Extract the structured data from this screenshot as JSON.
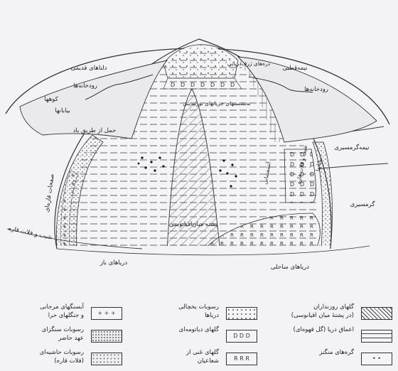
{
  "labels": {
    "ancient_deltas": "دلتاهای قدیمی",
    "rivers_left": "رودخانه‌ها",
    "mountains": "کوهها",
    "deserts": "بیابانها",
    "wind_transport": "حمل از طریق باد",
    "continental_platform": "صفحات قاره‌ای",
    "shelf_slope_left": "شیب و فلات قاره",
    "open_seas": "دریاهای باز",
    "mid_ocean_ridge": "پشته میان‌اقیانوسی",
    "turbidity_deposits": "تەنشستهای جریانهای توربیدیتی",
    "deep_trenches": "درەهای ژرف‌دریایی",
    "subpolar": "نیمەقطبی",
    "rivers_right": "رودخانه‌ها",
    "subtropical": "نیمه‌گرمسیری",
    "tropical": "گرمسیری",
    "deserts_right": "بیابانها",
    "shelf_slope_right": "شیب و فلات قاره",
    "volcanic_arc": "آتشفشانی",
    "coastal_seas": "دریاهای ساحلی"
  },
  "legend": [
    {
      "id": "radiolarian",
      "text": "گلهای روزنداران\n(در پشتهٔ میان اقیانوسی)",
      "pattern": "hatch"
    },
    {
      "id": "glacial",
      "text": "رسوبات یخچالی\nدریاها",
      "pattern": "dotted"
    },
    {
      "id": "coral",
      "text": "آبسنگهای مرجانی\nو جنگلهای حرا",
      "pattern": "plus"
    },
    {
      "id": "deep_clay",
      "text": "اعماق دریا (گل قهوه‌ای)",
      "pattern": "hlines"
    },
    {
      "id": "diatom",
      "text": "گلهای دیاتومه‌ای",
      "pattern": "D"
    },
    {
      "id": "recent_sediment",
      "text": "رسوبات سنگزای\nعهد حاضر",
      "pattern": "stone"
    },
    {
      "id": "manganese",
      "text": "گرەهای منگنز",
      "pattern": "dots"
    },
    {
      "id": "radiolaria_ooze",
      "text": "گلهای غنی از\nشعاعیان",
      "pattern": "R"
    },
    {
      "id": "marginal",
      "text": "رسوبات حاشیه‌ای\n(فلات قاره)",
      "pattern": "stone2"
    }
  ]
}
